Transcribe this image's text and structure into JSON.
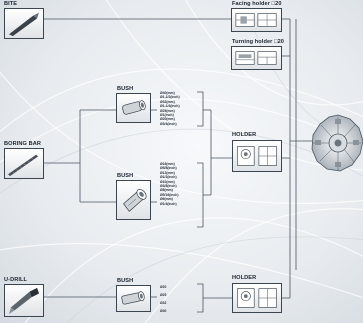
{
  "labels": {
    "bite": "BITE",
    "boring_bar": "BORING BAR",
    "u_drill": "U-DRILL",
    "bush_1": "BUSH",
    "bush_2": "BUSH",
    "bush_3": "BUSH",
    "holder_1": "HOLDER",
    "holder_2": "HOLDER",
    "facing_holder": "Facing holder □20",
    "turning_holder": "Turning holder □20"
  },
  "specs": {
    "bush_1": [
      "Ø40(mm)",
      "Ø1-1/2(inch)",
      "Ø32(mm)",
      "Ø1-1/4(inch)",
      "Ø25(mm)",
      "Ø1(inch)",
      "Ø20(mm)",
      "Ø3/4(inch)"
    ],
    "bush_2": [
      "Ø16(mm)",
      "Ø5/8(inch)",
      "Ø12(mm)",
      "Ø1/2(inch)",
      "Ø10(mm)",
      "Ø3/8(inch)",
      "Ø8(mm)",
      "Ø5/16(inch)",
      "Ø6(mm)",
      "Ø1/4(inch)"
    ],
    "bush_3": [
      "Ø20",
      "Ø25",
      "Ø32",
      "Ø40"
    ]
  }
}
